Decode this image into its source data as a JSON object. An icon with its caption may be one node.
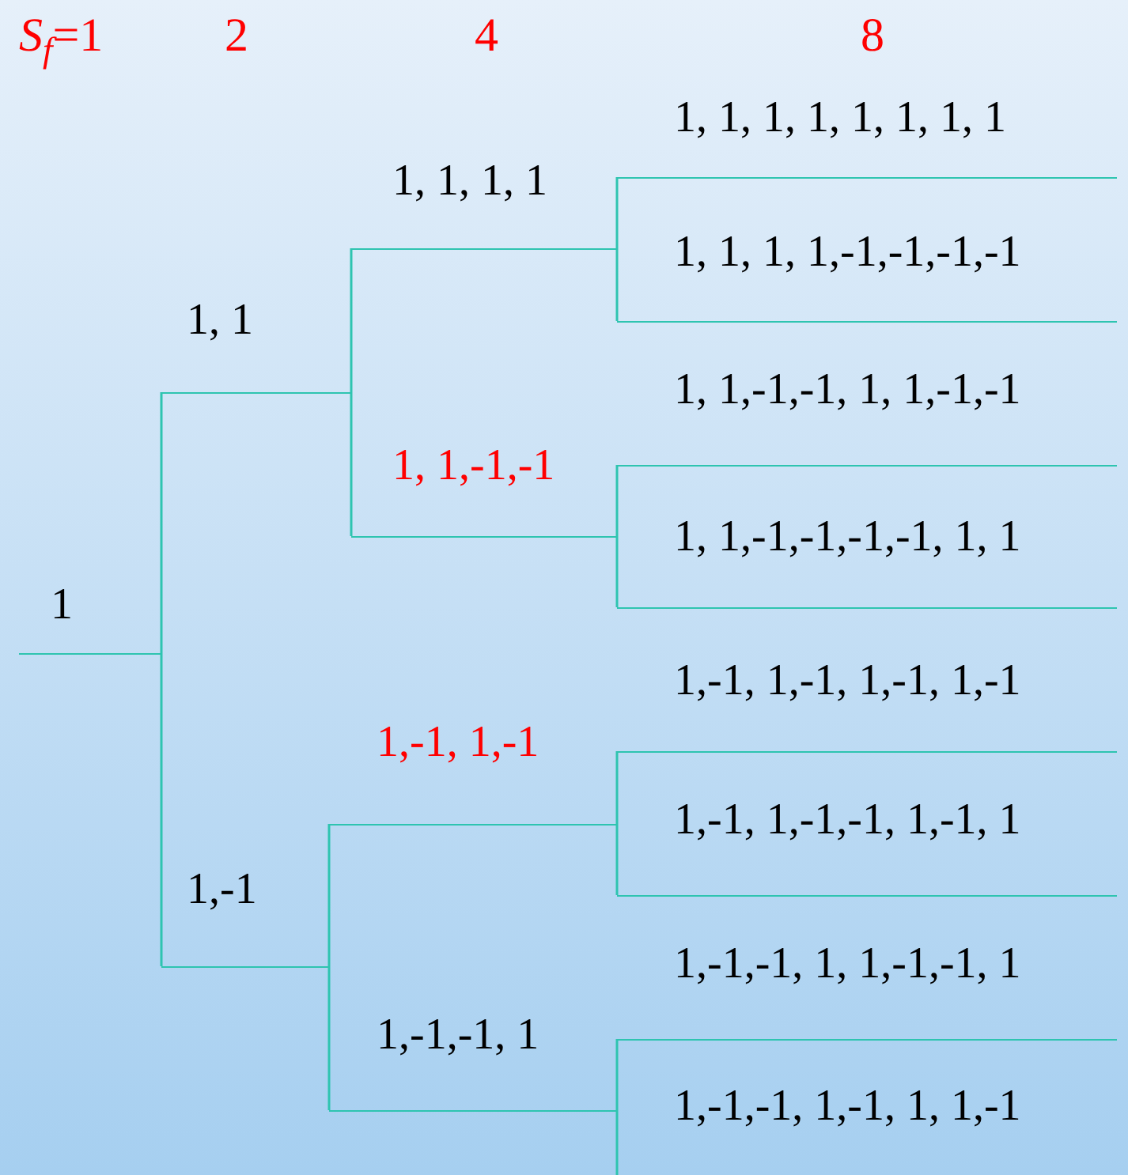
{
  "diagram": {
    "nodes": [
      {
        "text": [
          "1"
        ]
      },
      {
        "text": [
          "1, 1"
        ]
      },
      {
        "text": [
          "1,-1"
        ]
      },
      {
        "text": [
          "1, 1, 1, 1"
        ]
      },
      {
        "text": [
          "1, 1,-1,-1"
        ]
      },
      {
        "text": [
          "1,-1, 1,-1"
        ]
      },
      {
        "text": [
          "1,-1,-1, 1"
        ]
      },
      {
        "text": [
          "1, 1, 1, 1, 1, 1, 1, 1"
        ]
      },
      {
        "text": [
          "1, 1, 1, 1,-1,-1,-1,-1"
        ]
      },
      {
        "text": [
          "1, 1,-1,-1, 1, 1,-1,-1"
        ]
      },
      {
        "text": [
          "1, 1,-1,-1,-1,-1, 1, 1"
        ]
      },
      {
        "text": [
          "1,-1, 1,-1, 1,-1, 1,-1"
        ]
      },
      {
        "text": [
          "1,-1, 1,-1,-1, 1,-1, 1"
        ]
      },
      {
        "text": [
          "1,-1,-1, 1, 1,-1,-1, 1"
        ]
      },
      {
        "text": [
          "1,-1,-1, 1,-1, 1, 1,-1"
        ]
      }
    ],
    "edges": [
      {
        "from": 0,
        "to": 1,
        "arrow": "none"
      },
      {
        "from": 0,
        "to": 2,
        "arrow": "none"
      },
      {
        "from": 1,
        "to": 3,
        "arrow": "none"
      },
      {
        "from": 1,
        "to": 4,
        "arrow": "none"
      },
      {
        "from": 2,
        "to": 5,
        "arrow": "none"
      },
      {
        "from": 2,
        "to": 6,
        "arrow": "none"
      },
      {
        "from": 3,
        "to": 7,
        "arrow": "none"
      },
      {
        "from": 3,
        "to": 8,
        "arrow": "none"
      },
      {
        "from": 4,
        "to": 9,
        "arrow": "none"
      },
      {
        "from": 4,
        "to": 10,
        "arrow": "none"
      },
      {
        "from": 5,
        "to": 11,
        "arrow": "none"
      },
      {
        "from": 5,
        "to": 12,
        "arrow": "none"
      },
      {
        "from": 6,
        "to": 13,
        "arrow": "none"
      },
      {
        "from": 6,
        "to": 14,
        "arrow": "none"
      }
    ],
    "labels": [
      "*S*$_{f}$=1",
      "2",
      "4",
      "8"
    ]
  }
}
